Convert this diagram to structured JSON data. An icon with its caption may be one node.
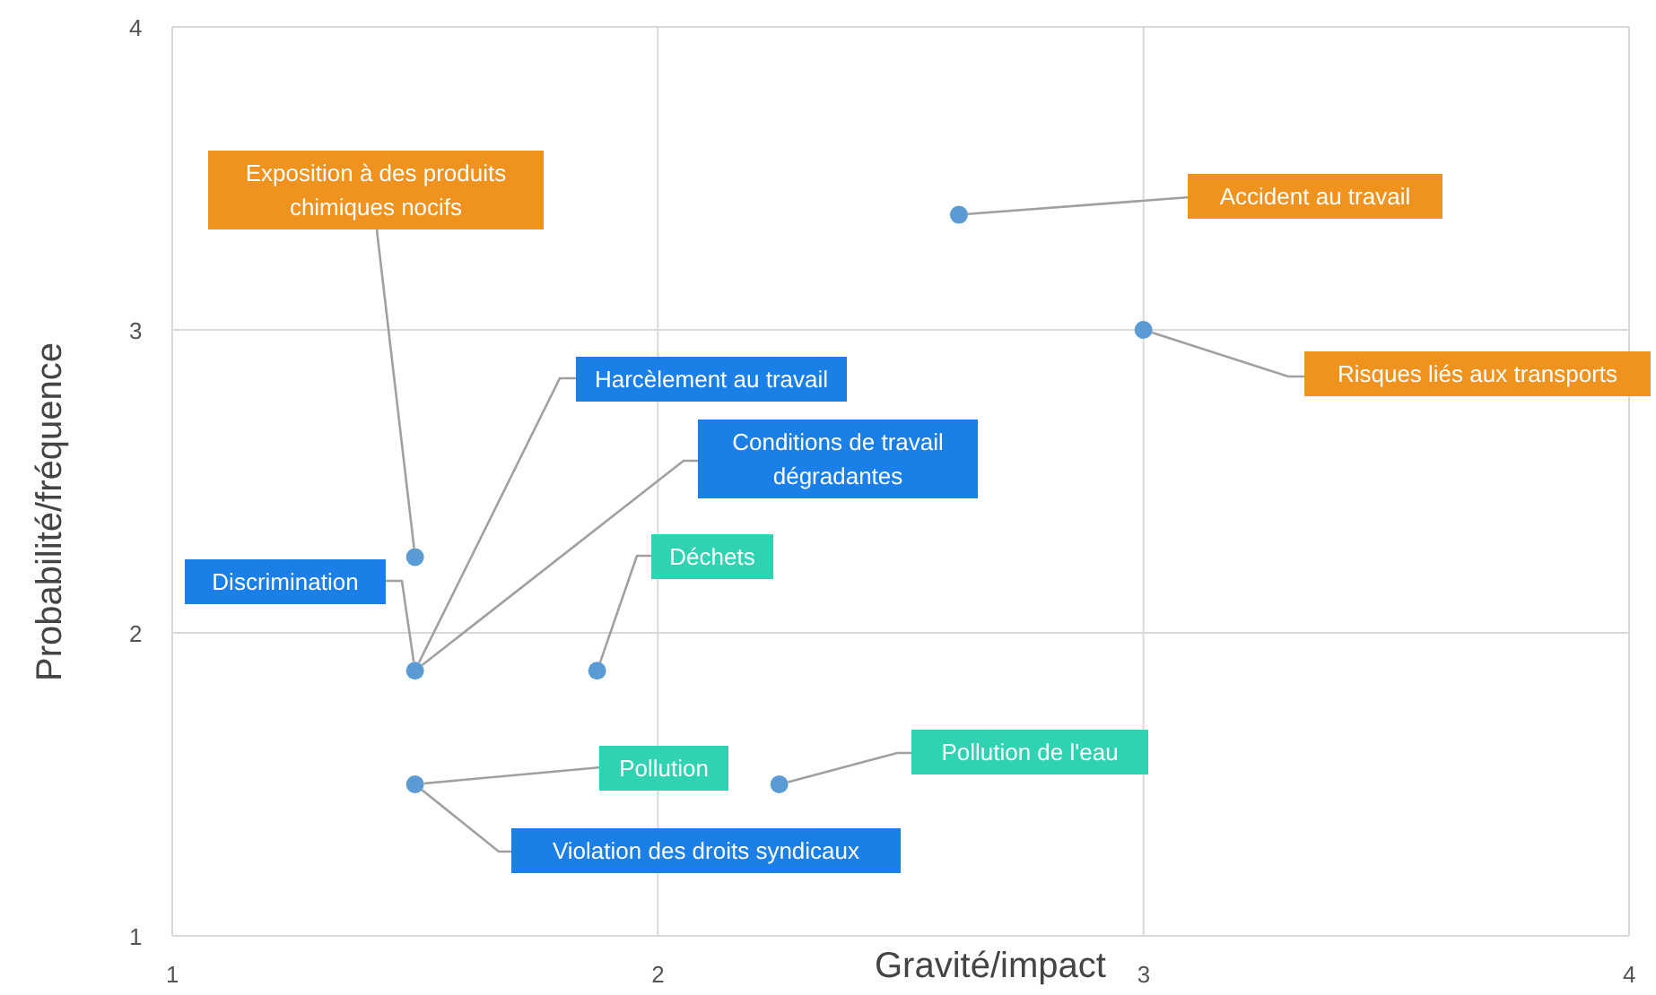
{
  "diagram": {
    "nodes": [
      {
        "text": [
          "Exposition à des produits chimiques nocifs"
        ]
      },
      {
        "text": [
          "Accident au travail"
        ]
      },
      {
        "text": [
          "Risques liés aux transports"
        ]
      },
      {
        "text": [
          "Harcèlement au travail"
        ]
      },
      {
        "text": [
          "Conditions de travail dégradantes"
        ]
      },
      {
        "text": [
          "Discrimination"
        ]
      },
      {
        "text": [
          "Déchets"
        ]
      },
      {
        "text": [
          "Pollution"
        ]
      },
      {
        "text": [
          "Violation des droits syndicaux"
        ]
      },
      {
        "text": [
          "Pollution de l'eau"
        ]
      },
      {
        "text": [],
        "shape": "circle"
      },
      {
        "text": [],
        "shape": "circle"
      },
      {
        "text": [],
        "shape": "circle"
      },
      {
        "text": [],
        "shape": "circle"
      },
      {
        "text": [],
        "shape": "circle"
      },
      {
        "text": [],
        "shape": "circle"
      },
      {
        "text": [],
        "shape": "circle"
      }
    ],
    "edges": [
      {
        "from": 0,
        "to": 10,
        "arrow": "none"
      },
      {
        "from": 1,
        "to": 11,
        "arrow": "none"
      },
      {
        "from": 2,
        "to": 12,
        "arrow": "none"
      },
      {
        "from": 3,
        "to": 13,
        "arrow": "none"
      },
      {
        "from": 4,
        "to": 13,
        "arrow": "none"
      },
      {
        "from": 5,
        "to": 13,
        "arrow": "none"
      },
      {
        "from": 6,
        "to": 14,
        "arrow": "none"
      },
      {
        "from": 7,
        "to": 15,
        "arrow": "none"
      },
      {
        "from": 8,
        "to": 15,
        "arrow": "none"
      },
      {
        "from": 9,
        "to": 16,
        "arrow": "none"
      }
    ],
    "chart_data": {
      "type": "scatter",
      "xlabel": "Gravité/impact",
      "ylabel": "Probabilité/fréquence",
      "x": [
        1.5,
        2.62,
        3,
        1.5,
        1.875,
        1.5,
        2.25
      ],
      "series": [
        {
          "color": "#5b9bd5",
          "values": [
            2.25,
            3.38,
            3,
            1.875,
            1.875,
            1.5,
            1.5
          ]
        }
      ],
      "grid": true,
      "xlim": [
        1,
        4
      ],
      "ylim": [
        1,
        4
      ],
      "xticks": [
        1,
        2,
        3,
        4
      ],
      "yticks": [
        1,
        2,
        3,
        4
      ]
    }
  }
}
